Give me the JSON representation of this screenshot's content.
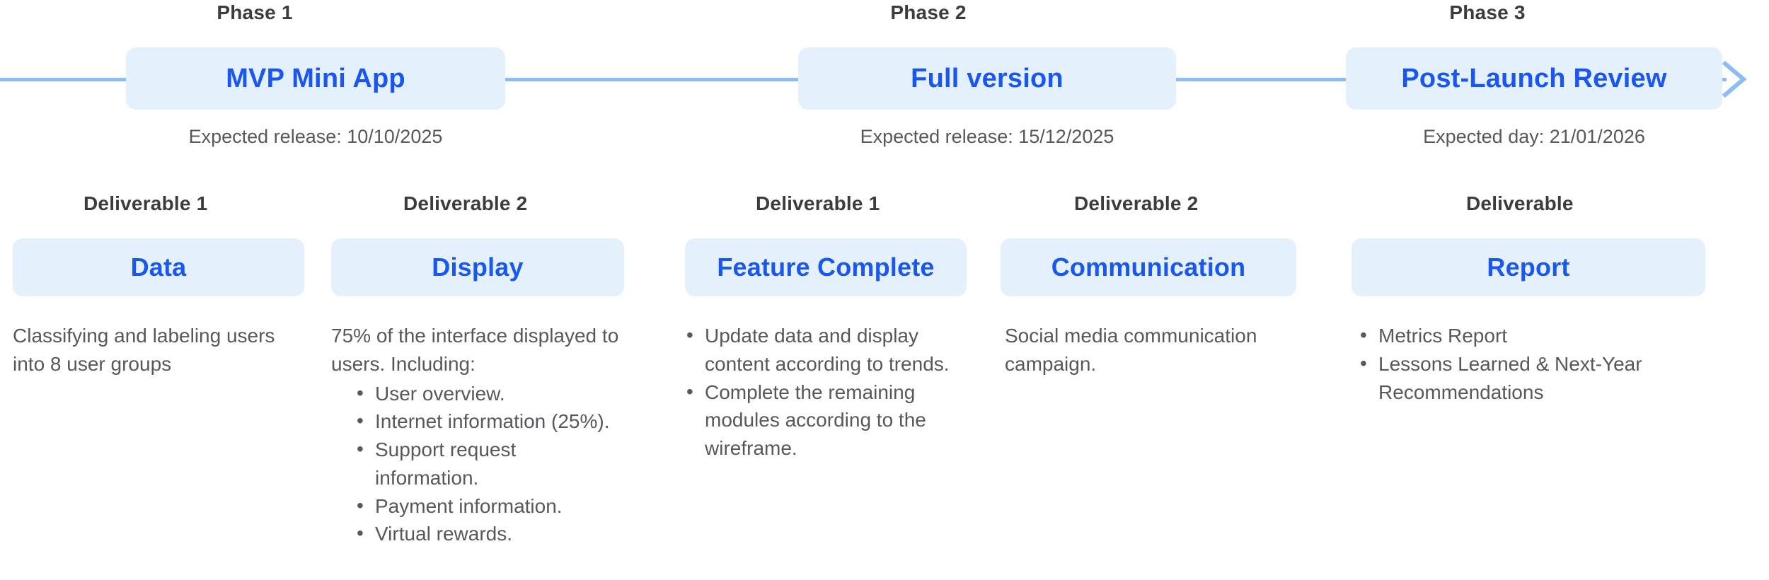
{
  "timeline": {
    "axis_color": "#8cbcf5",
    "card_bg": "#e4f1fd",
    "accent_color": "#1a56f0",
    "label_color": "#3c3c3c",
    "body_color": "#55585c",
    "arrow_icon": "arrow-right-icon"
  },
  "phases": [
    {
      "label": "Phase 1",
      "title": "MVP Mini App",
      "date": "Expected release: 10/10/2025"
    },
    {
      "label": "Phase 2",
      "title": "Full version",
      "date": "Expected release: 15/12/2025"
    },
    {
      "label": "Phase 3",
      "title": "Post-Launch Review",
      "date": "Expected day: 21/01/2026"
    }
  ],
  "deliverables": [
    {
      "label": "Deliverable 1",
      "title": "Data",
      "description": "Classifying and labeling users into 8 user groups"
    },
    {
      "label": "Deliverable 2",
      "title": "Display",
      "description": "75% of the interface displayed to users. Including:",
      "bullets": [
        "User overview.",
        "Internet information (25%).",
        "Support request information.",
        "Payment information.",
        "Virtual rewards."
      ]
    },
    {
      "label": "Deliverable 1",
      "title": "Feature Complete",
      "bullets": [
        "Update data and display content according to trends.",
        "Complete the remaining modules according to the wireframe."
      ]
    },
    {
      "label": "Deliverable 2",
      "title": "Communication",
      "description": "Social media communication campaign."
    },
    {
      "label": "Deliverable",
      "title": "Report",
      "bullets": [
        "Metrics Report",
        "Lessons Learned & Next-Year Recommendations"
      ]
    }
  ]
}
